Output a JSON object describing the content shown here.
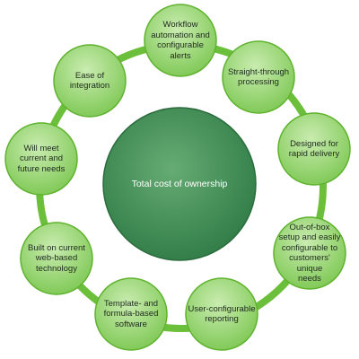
{
  "colors": {
    "ring": "#6cbf3a",
    "node_fill_top": "#bfe6a3",
    "node_fill_bottom": "#7fca57",
    "node_stroke": "#5fb32e",
    "center_fill_inner": "#5fa56f",
    "center_fill_outer": "#2e7a45",
    "center_stroke": "#2a6b3c"
  },
  "center": {
    "label": "Total cost of ownership"
  },
  "nodes": [
    {
      "id": "workflow",
      "label": "Workflow\nautomation and\nconfigurable\nalerts"
    },
    {
      "id": "straight-through",
      "label": "Straight-through\nprocessing"
    },
    {
      "id": "rapid-delivery",
      "label": "Designed for\nrapid delivery"
    },
    {
      "id": "out-of-box",
      "label": "Out-of-box\nsetup and easily\nconfigurable to\ncustomers' unique\nneeds"
    },
    {
      "id": "user-configurable",
      "label": "User-configurable\nreporting"
    },
    {
      "id": "template-formula",
      "label": "Template- and\nformula-based\nsoftware"
    },
    {
      "id": "web-based",
      "label": "Built on current\nweb-based\ntechnology"
    },
    {
      "id": "future-needs",
      "label": "Will meet\ncurrent and\nfuture needs"
    },
    {
      "id": "integration",
      "label": "Ease of\nintegration"
    }
  ]
}
